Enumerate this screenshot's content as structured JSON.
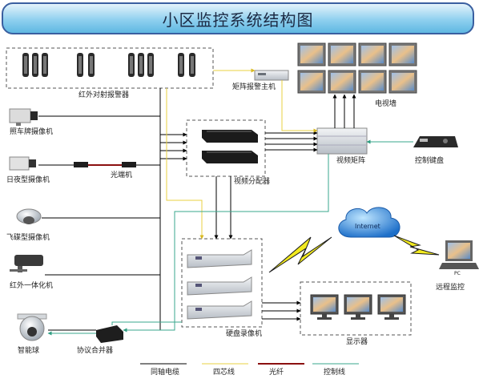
{
  "title": "小区监控系统结构图",
  "devices": {
    "infrared_alarm": "红外对射报警器",
    "matrix_alarm_host": "矩阵报警主机",
    "tv_wall": "电视墙",
    "plate_camera": "照车牌摄像机",
    "day_night_camera": "日夜型摄像机",
    "optical_transceiver": "光端机",
    "video_distributor": "视频分配器",
    "video_matrix": "视频矩阵",
    "control_keyboard": "控制键盘",
    "saucer_camera": "飞碟型摄像机",
    "ir_integrated_camera": "红外一体化机",
    "speed_dome": "智能球",
    "protocol_combiner": "协议合并器",
    "hdd_recorder": "硬盘录像机",
    "monitors": "显示器",
    "remote_monitoring": "远程监控",
    "internet": "Internet",
    "pc": "PC"
  },
  "legend": [
    {
      "label": "同轴电缆",
      "color": "#000000"
    },
    {
      "label": "四芯线",
      "color": "#e8d040"
    },
    {
      "label": "光纤",
      "color": "#8b1010"
    },
    {
      "label": "控制线",
      "color": "#3aa78c"
    }
  ]
}
